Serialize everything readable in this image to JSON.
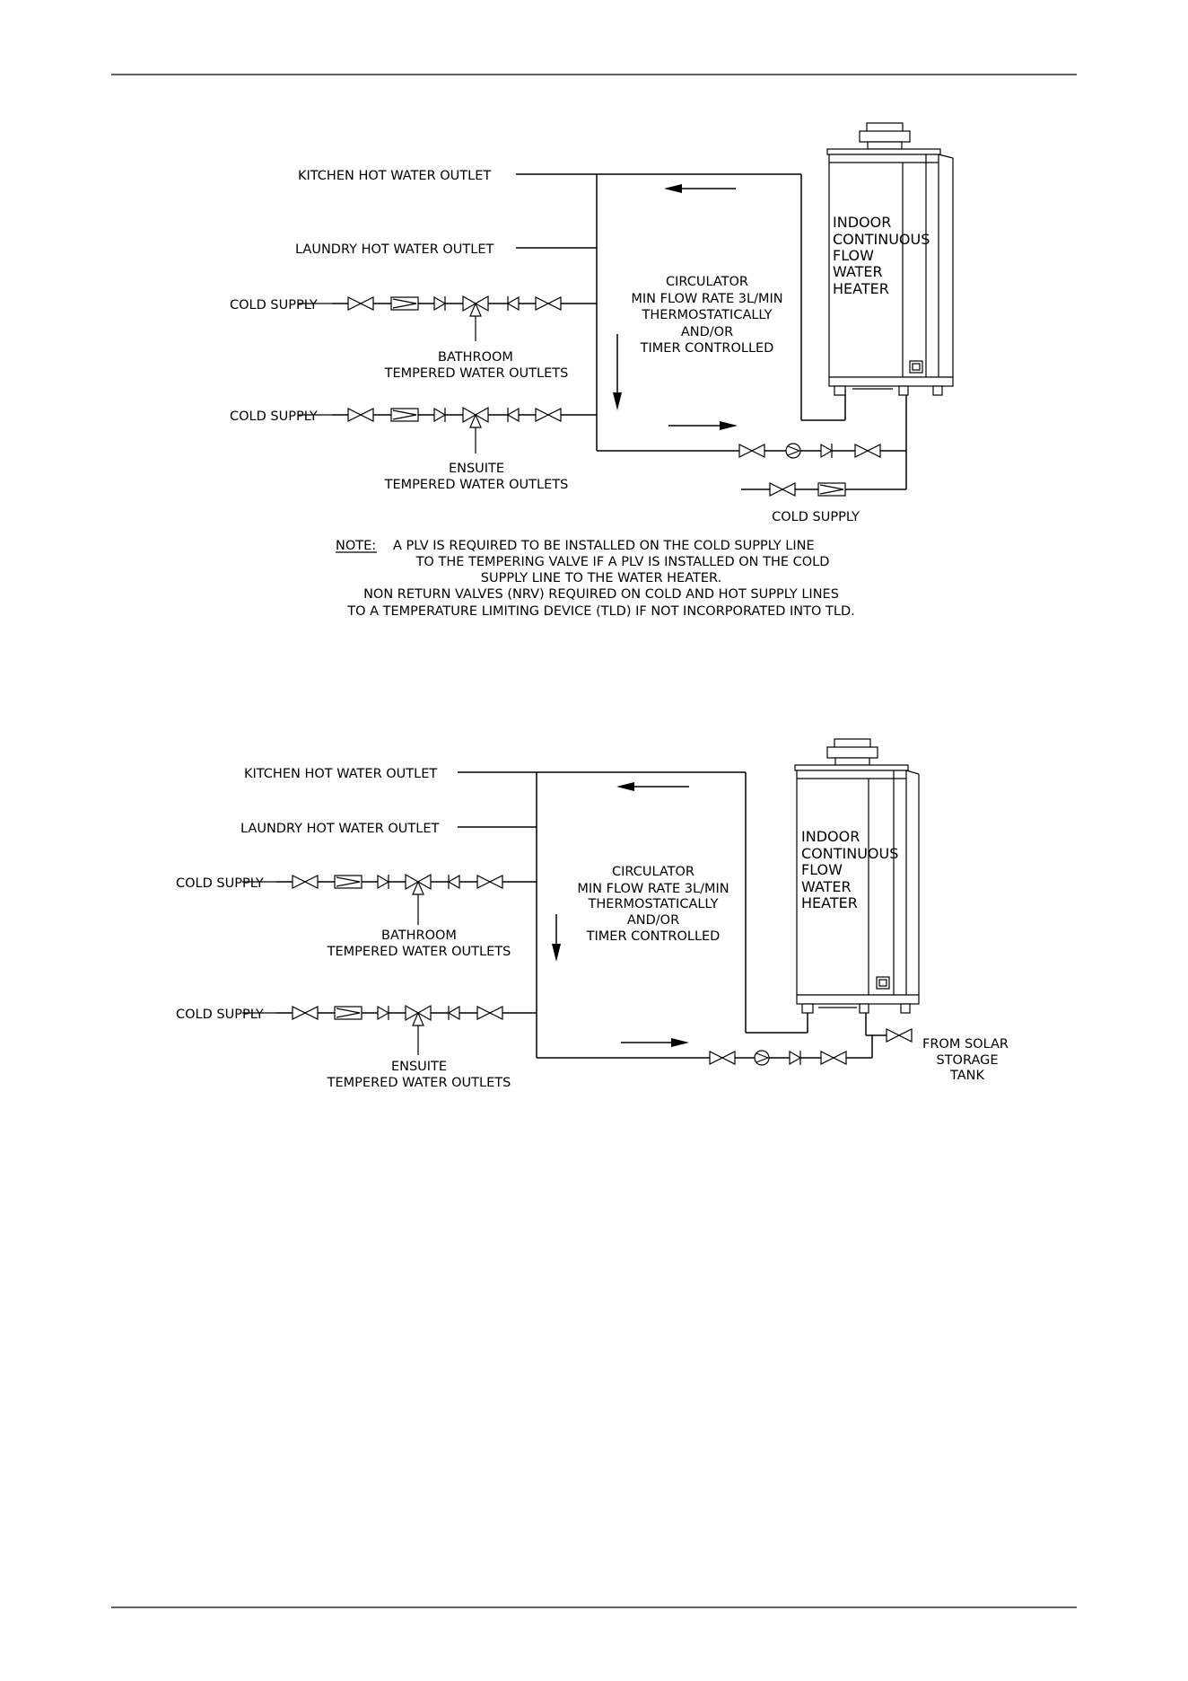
{
  "diagram1": {
    "kitchen_outlet": "KITCHEN HOT WATER OUTLET",
    "laundry_outlet": "LAUNDRY HOT WATER OUTLET",
    "cold_supply_1": "COLD SUPPLY",
    "cold_supply_2": "COLD SUPPLY",
    "cold_supply_heater": "COLD SUPPLY",
    "bathroom_line1": "BATHROOM",
    "bathroom_line2": "TEMPERED WATER OUTLETS",
    "ensuite_line1": "ENSUITE",
    "ensuite_line2": "TEMPERED WATER OUTLETS",
    "circulator_lines": [
      "CIRCULATOR",
      "MIN FLOW RATE 3L/MIN",
      "THERMOSTATICALLY",
      "AND/OR",
      "TIMER CONTROLLED"
    ],
    "heater_lines": [
      "INDOOR",
      "CONTINUOUS",
      "FLOW",
      "WATER",
      "HEATER"
    ]
  },
  "note": {
    "label": "NOTE:",
    "line1": "A PLV IS REQUIRED TO BE INSTALLED ON THE COLD SUPPLY LINE",
    "line2": "TO THE TEMPERING VALVE IF A PLV IS INSTALLED ON THE COLD",
    "line3": "SUPPLY LINE TO THE WATER HEATER.",
    "line4": "NON RETURN VALVES (NRV) REQUIRED ON COLD AND HOT SUPPLY LINES",
    "line5": "TO A TEMPERATURE LIMITING DEVICE (TLD) IF NOT INCORPORATED INTO TLD."
  },
  "diagram2": {
    "kitchen_outlet": "KITCHEN HOT WATER OUTLET",
    "laundry_outlet": "LAUNDRY HOT WATER OUTLET",
    "cold_supply_1": "COLD SUPPLY",
    "cold_supply_2": "COLD SUPPLY",
    "bathroom_line1": "BATHROOM",
    "bathroom_line2": "TEMPERED WATER OUTLETS",
    "ensuite_line1": "ENSUITE",
    "ensuite_line2": "TEMPERED WATER OUTLETS",
    "circulator_lines": [
      "CIRCULATOR",
      "MIN FLOW RATE 3L/MIN",
      "THERMOSTATICALLY",
      "AND/OR",
      "TIMER CONTROLLED"
    ],
    "heater_lines": [
      "INDOOR",
      "CONTINUOUS",
      "FLOW",
      "WATER",
      "HEATER"
    ],
    "solar_lines": [
      "FROM SOLAR",
      "STORAGE",
      "TANK"
    ]
  }
}
